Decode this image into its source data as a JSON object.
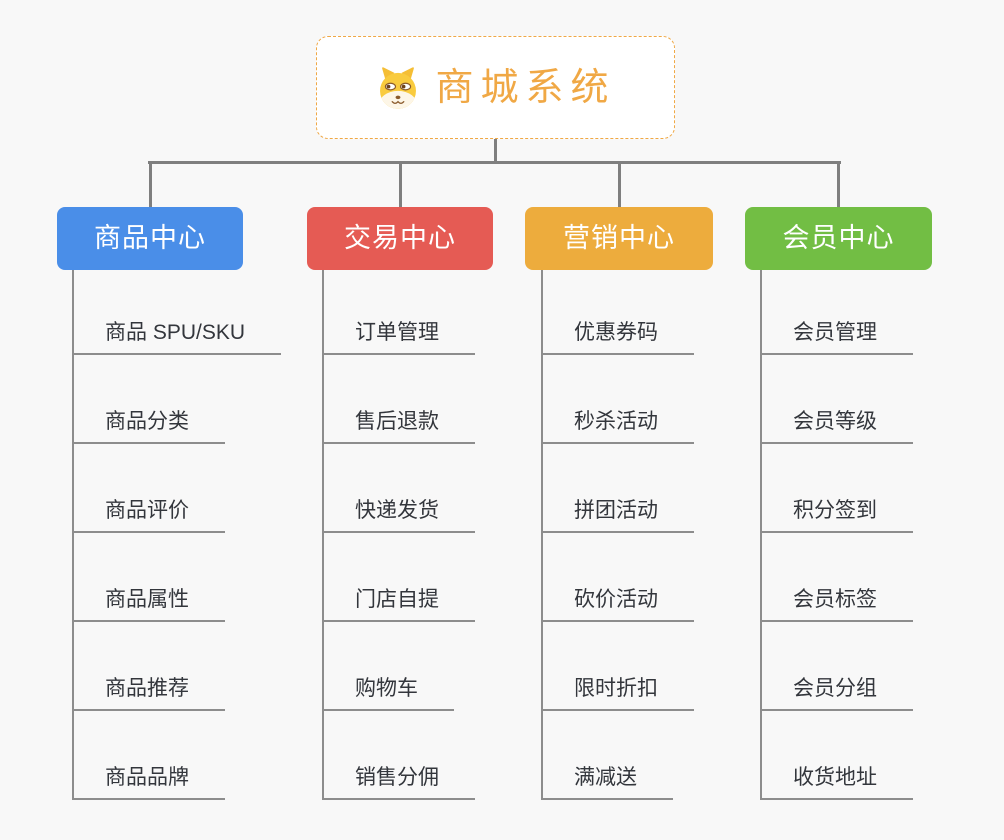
{
  "root": {
    "title": "商城系统",
    "icon": "doge-face-icon"
  },
  "branches": [
    {
      "id": "product-center",
      "label": "商品中心",
      "color": "#4A8EE8",
      "children": [
        "商品 SPU/SKU",
        "商品分类",
        "商品评价",
        "商品属性",
        "商品推荐",
        "商品品牌"
      ]
    },
    {
      "id": "trade-center",
      "label": "交易中心",
      "color": "#E55B54",
      "children": [
        "订单管理",
        "售后退款",
        "快递发货",
        "门店自提",
        "购物车",
        "销售分佣"
      ]
    },
    {
      "id": "marketing-center",
      "label": "营销中心",
      "color": "#EDAC3D",
      "children": [
        "优惠券码",
        "秒杀活动",
        "拼团活动",
        "砍价活动",
        "限时折扣",
        "满减送"
      ]
    },
    {
      "id": "member-center",
      "label": "会员中心",
      "color": "#72BE44",
      "children": [
        "会员管理",
        "会员等级",
        "积分签到",
        "会员标签",
        "会员分组",
        "收货地址"
      ]
    }
  ],
  "colors": {
    "root_accent": "#F0A845",
    "connector": "#7F7F7F",
    "leaf_line": "#8D8D8D",
    "leaf_text": "#33363C",
    "background": "#F8F8F8"
  }
}
